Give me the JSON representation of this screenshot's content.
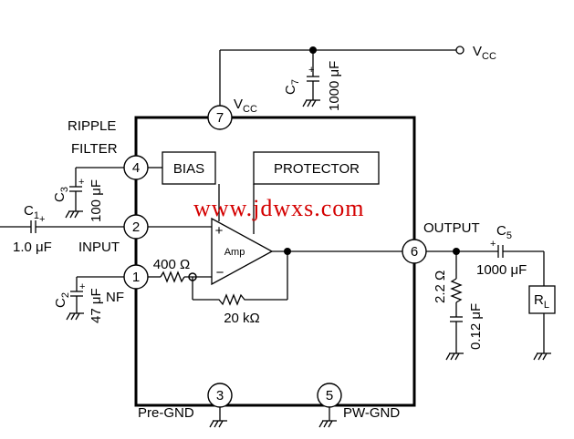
{
  "pins": {
    "p1": "1",
    "p2": "2",
    "p3": "3",
    "p4": "4",
    "p5": "5",
    "p6": "6",
    "p7": "7"
  },
  "pin_labels": {
    "ripple_filter_line1": "RIPPLE",
    "ripple_filter_line2": "FILTER",
    "input": "INPUT",
    "nf": "NF",
    "output": "OUTPUT",
    "pre_gnd": "Pre-GND",
    "pw_gnd": "PW-GND"
  },
  "supply": {
    "vcc_top_main": "V",
    "vcc_top_sub": "CC",
    "vcc_pin_main": "V",
    "vcc_pin_sub": "CC"
  },
  "blocks": {
    "bias": "BIAS",
    "protector": "PROTECTOR",
    "amp": "Amp",
    "amp_plus": "+",
    "amp_minus": "−"
  },
  "components": {
    "c1_name": "C",
    "c1_sub": "1",
    "c1_value": "1.0 μF",
    "c2_name": "C",
    "c2_sub": "2",
    "c2_value": "47 μF",
    "c3_name": "C",
    "c3_sub": "3",
    "c3_value": "100 μF",
    "c5_name": "C",
    "c5_sub": "5",
    "c5_value": "1000 μF",
    "c7_name": "C",
    "c7_sub": "7",
    "c7_value": "1000 μF",
    "r_input": "400 Ω",
    "r_feedback": "20 kΩ",
    "r_zobel": "2.2 Ω",
    "c_zobel": "0.12 μF",
    "rl_name": "R",
    "rl_sub": "L"
  },
  "watermark": "www.jdwxs.com"
}
